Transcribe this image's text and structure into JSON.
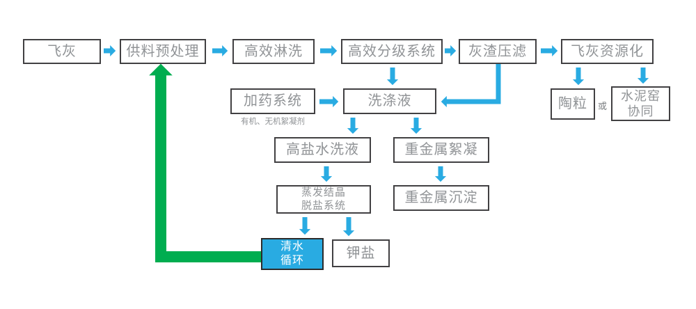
{
  "diagram": {
    "title": "fly-ash washing and resource recovery process flowchart",
    "nodes": {
      "fly_ash": {
        "label": "飞灰"
      },
      "feed_pretreatment": {
        "label": "供料预处理"
      },
      "efficient_rinsing": {
        "label": "高效淋洗"
      },
      "classification_system": {
        "label": "高效分级系统"
      },
      "ash_filter_press": {
        "label": "灰渣压滤"
      },
      "fly_ash_recycling": {
        "label": "飞灰资源化"
      },
      "dosing_system": {
        "label": "加药系统",
        "note": "有机、无机絮凝剂"
      },
      "washing_liquid": {
        "label": "洗涤液"
      },
      "ceramsite": {
        "label": "陶粒"
      },
      "or_connector": {
        "label": "或"
      },
      "cement_kiln": {
        "label": "水泥窑\n协同"
      },
      "high_salt_wash": {
        "label": "高盐水洗液"
      },
      "heavy_metal_flocculation": {
        "label": "重金属絮凝"
      },
      "evaporation_desalination": {
        "label": "蒸发结晶\n脱盐系统"
      },
      "heavy_metal_precipitation": {
        "label": "重金属沉淀"
      },
      "clean_water_cycle": {
        "label": "清水\n循环"
      },
      "potassium_salt": {
        "label": "钾盐"
      }
    },
    "colors": {
      "arrow_blue": "#29ABE2",
      "arrow_green": "#00AD50",
      "box_border": "#414042",
      "box_text": "#909396",
      "highlight_fill": "#29ABE2",
      "highlight_text": "#FFFFFF",
      "background": "#FFFFFF"
    }
  }
}
